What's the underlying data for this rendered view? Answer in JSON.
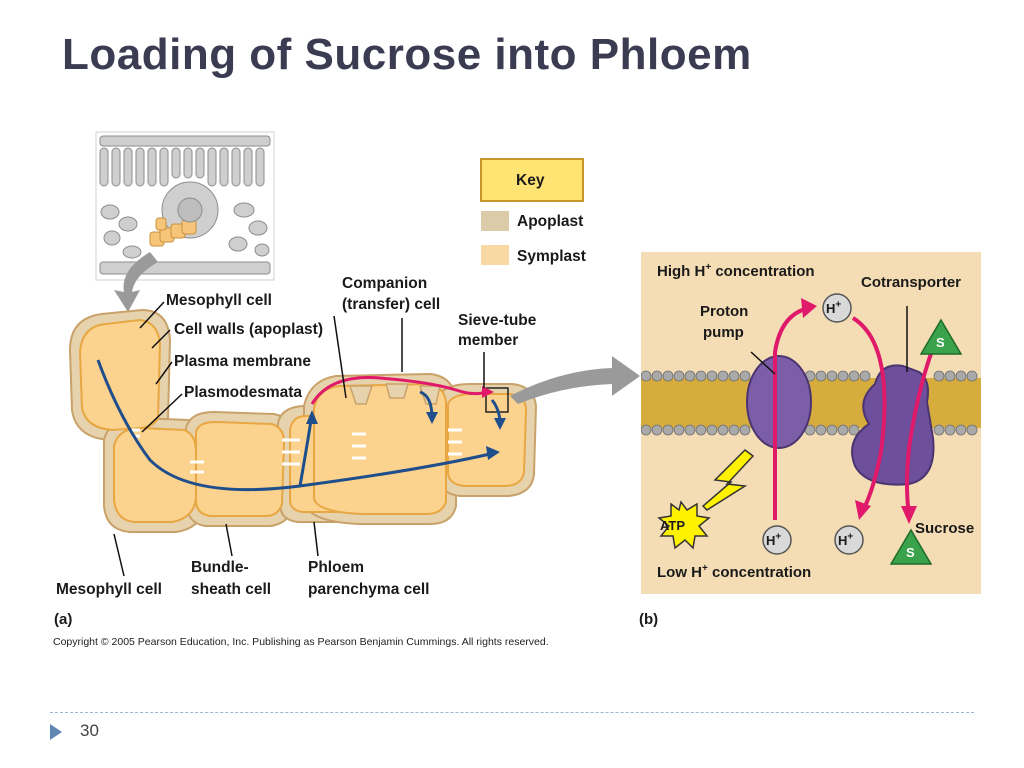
{
  "slide": {
    "title": "Loading of Sucrose into Phloem",
    "number": "30",
    "copyright": "Copyright © 2005 Pearson Education, Inc. Publishing as Pearson Benjamin Cummings. All rights reserved."
  },
  "key": {
    "title": "Key",
    "items": [
      {
        "label": "Apoplast",
        "color": "#dccba9"
      },
      {
        "label": "Symplast",
        "color": "#f9d9a3"
      }
    ]
  },
  "panel_a": {
    "tag": "(a)",
    "labels": {
      "mesophyll_top": "Mesophyll cell",
      "cell_walls": "Cell walls (apoplast)",
      "plasma_membrane": "Plasma membrane",
      "plasmodesmata": "Plasmodesmata",
      "companion_line1": "Companion",
      "companion_line2": "(transfer) cell",
      "sieve_line1": "Sieve-tube",
      "sieve_line2": "member",
      "mesophyll_bottom": "Mesophyll cell",
      "bundle_line1": "Bundle-",
      "bundle_line2": "sheath cell",
      "phloem_line1": "Phloem",
      "phloem_line2": "parenchyma cell"
    }
  },
  "panel_b": {
    "tag": "(b)",
    "high_prefix": "High H",
    "high_suffix": " concentration",
    "low_prefix": "Low H",
    "low_suffix": " concentration",
    "plus": "+",
    "cotransporter": "Cotransporter",
    "proton_line1": "Proton",
    "proton_line2": "pump",
    "sucrose": "Sucrose",
    "atp": "ATP",
    "h_ion": "H",
    "s_symbol": "S"
  },
  "colors": {
    "title": "#3b3b52",
    "panel_b_bg": "#f4dcb4",
    "pump": "#7b5ea7",
    "flow_arrow": "#1f4e8c",
    "apoplast_arrow": "#e0196a",
    "sucrose_green": "#3aa24a",
    "atp_yellow": "#fff200"
  }
}
